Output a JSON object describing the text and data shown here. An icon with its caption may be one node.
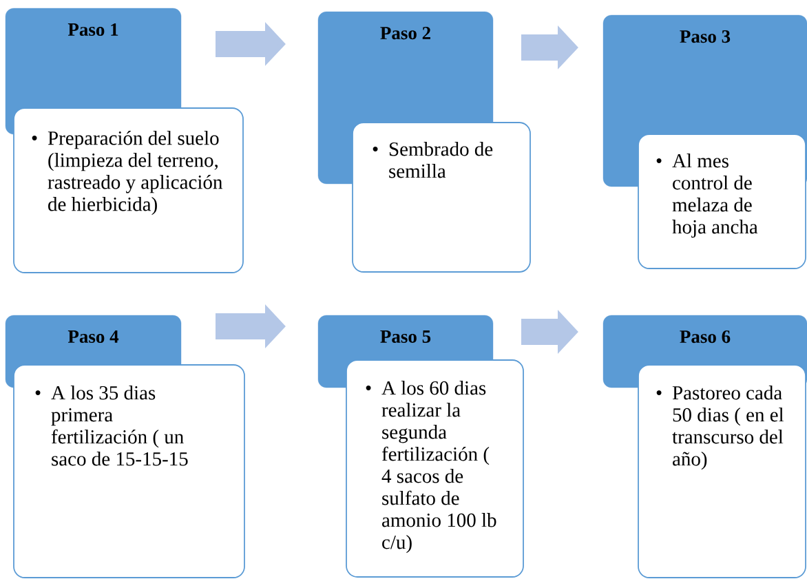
{
  "diagram": {
    "nodes": [
      {
        "text": [
          "Paso 1"
        ]
      },
      {
        "text": [
          "•",
          "Preparación del suelo (limpieza del terreno, rastreado y aplicación de hierbicida)"
        ]
      },
      {
        "text": [
          "Paso 2"
        ]
      },
      {
        "text": [
          "•",
          "Sembrado de semilla"
        ]
      },
      {
        "text": [
          "Paso 3"
        ]
      },
      {
        "text": [
          "•",
          "Al mes control de melaza de hoja ancha"
        ]
      },
      {
        "text": [
          "Paso 4"
        ]
      },
      {
        "text": [
          "•",
          "A los 35 dias primera fertilización ( un saco de 15-15-15"
        ]
      },
      {
        "text": [
          "Paso 5"
        ]
      },
      {
        "text": [
          "•",
          "A los 60 dias realizar la segunda fertilización ( 4 sacos de sulfato de amonio 100 lb c/u)"
        ]
      },
      {
        "text": [
          "Paso 6"
        ]
      },
      {
        "text": [
          "•",
          "Pastoreo cada 50 dias ( en el transcurso del año)"
        ]
      }
    ],
    "edges": [
      {
        "from": 0,
        "to": 2,
        "arrow": "to"
      },
      {
        "from": 2,
        "to": 4,
        "arrow": "to"
      },
      {
        "from": 6,
        "to": 8,
        "arrow": "to"
      },
      {
        "from": 8,
        "to": 10,
        "arrow": "to"
      }
    ]
  }
}
